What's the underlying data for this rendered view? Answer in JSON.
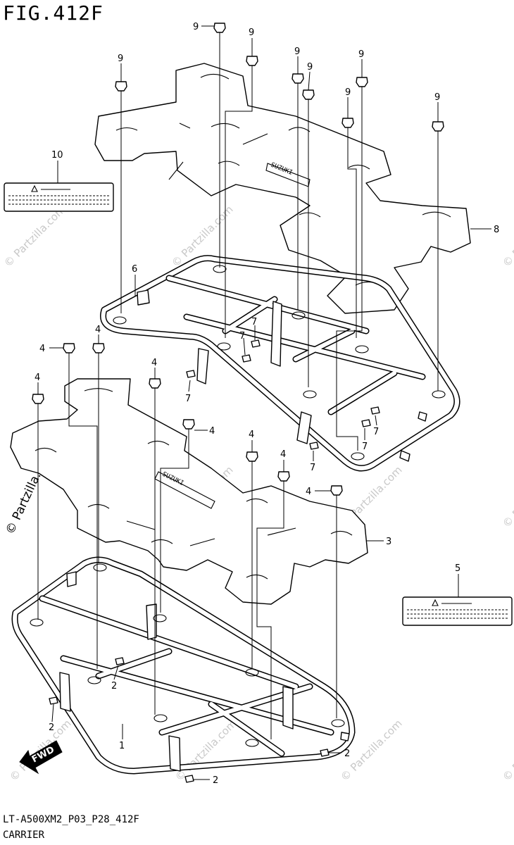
{
  "figure_title": "FIG.412F",
  "footer": {
    "code": "LT-A500XM2_P03_P28_412F",
    "name": "CARRIER"
  },
  "direction_label": "FWD",
  "watermark": "© Partzilla.com",
  "brand_mark": "SUZUKI",
  "callouts": {
    "c1": "1",
    "c2a": "2",
    "c2b": "2",
    "c2c": "2",
    "c2d": "2",
    "c3": "3",
    "c4a": "4",
    "c4b": "4",
    "c4c": "4",
    "c4d": "4",
    "c4e": "4",
    "c4f": "4",
    "c4g": "4",
    "c4h": "4",
    "c5": "5",
    "c6": "6",
    "c7a": "7",
    "c7b": "7",
    "c7c": "7",
    "c7d": "7",
    "c7e": "7",
    "c8": "8",
    "c9a": "9",
    "c9b": "9",
    "c9c": "9",
    "c9d": "9",
    "c9e": "9",
    "c9f": "9",
    "c9g": "9",
    "c9h": "9",
    "c10": "10"
  }
}
